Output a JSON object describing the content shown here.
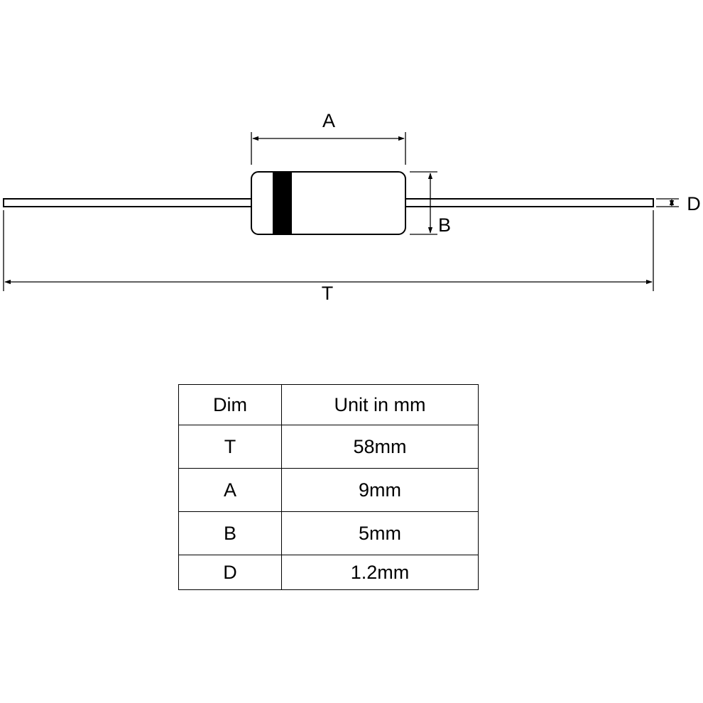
{
  "diagram": {
    "labels": {
      "A": "A",
      "B": "B",
      "D": "D",
      "T": "T"
    }
  },
  "table": {
    "headers": [
      "Dim",
      "Unit in mm"
    ],
    "rows": [
      {
        "dim": "T",
        "value": "58mm"
      },
      {
        "dim": "A",
        "value": "9mm"
      },
      {
        "dim": "B",
        "value": "5mm"
      },
      {
        "dim": "D",
        "value": "1.2mm"
      }
    ]
  }
}
